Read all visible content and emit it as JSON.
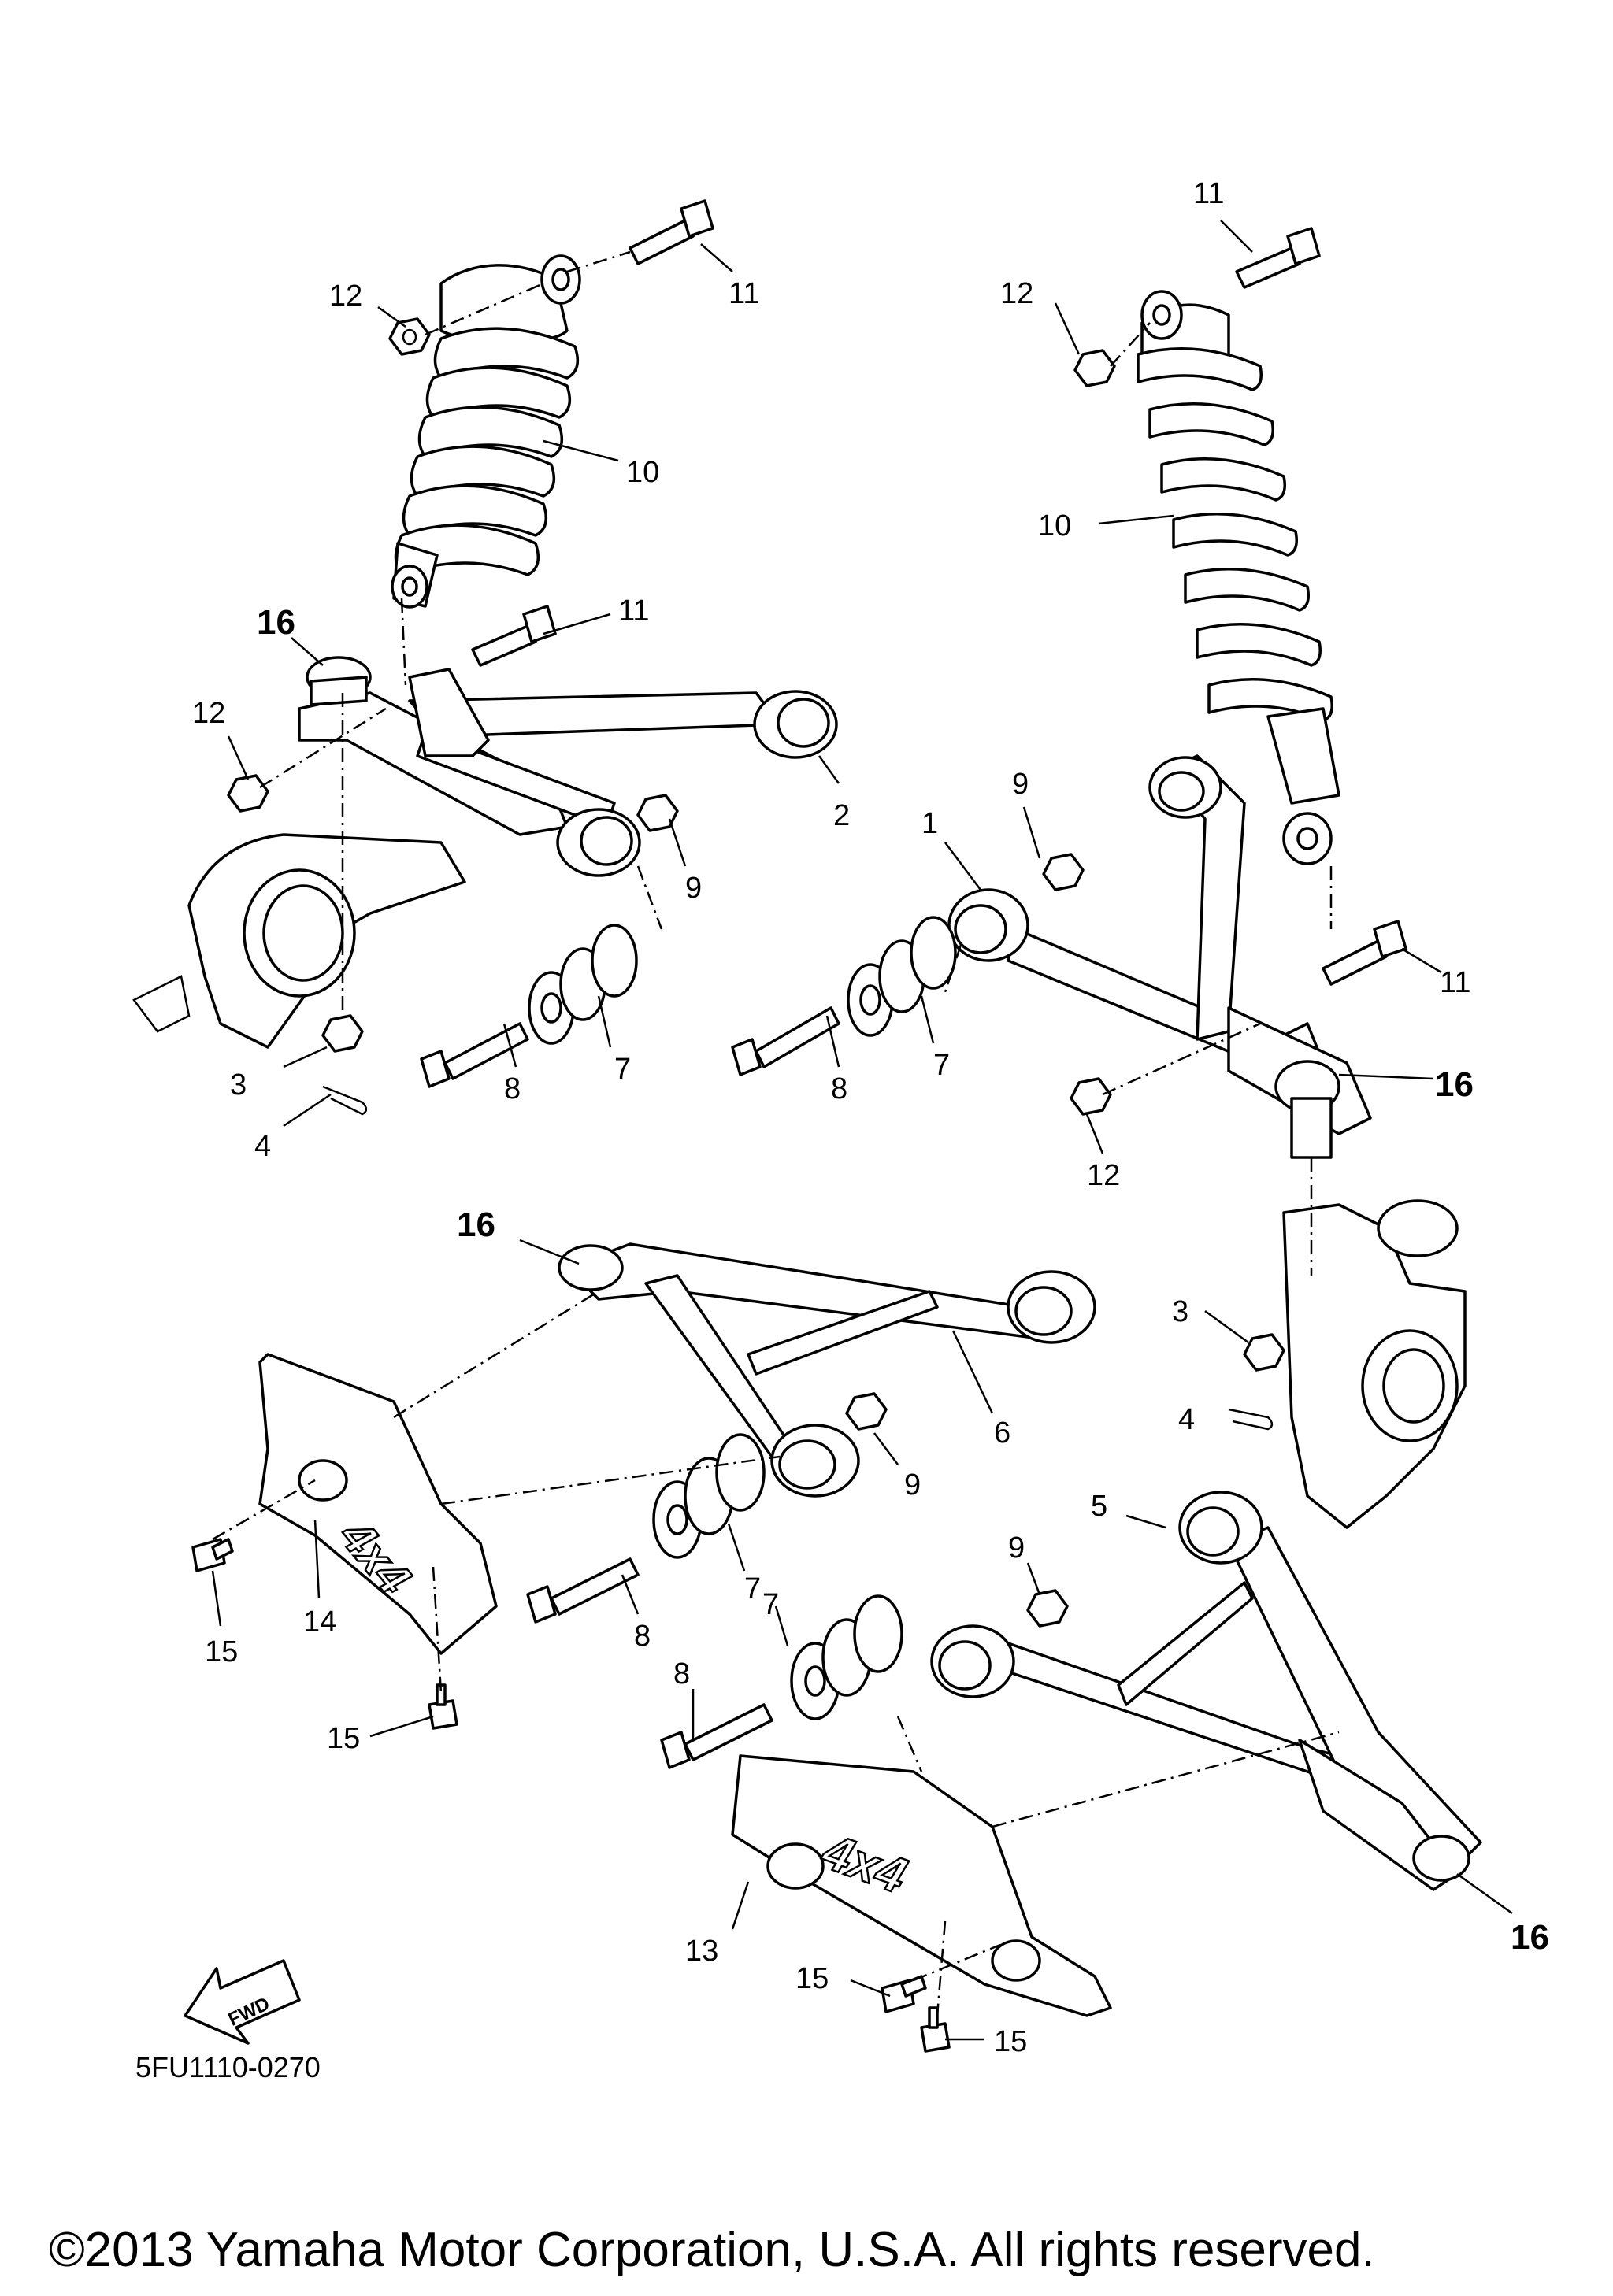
{
  "diagram": {
    "code": "5FU1110-0270",
    "copyright": "©2013 Yamaha Motor Corporation, U.S.A. All rights reserved.",
    "fwd_label": "FWD",
    "logo_text": "4x4",
    "callouts": {
      "c11_left": "11",
      "c12_left_top": "12",
      "c10_left": "10",
      "c16_left_top": "16",
      "c11_left_mid": "11",
      "c12_left_mid": "12",
      "c2": "2",
      "c9_left": "9",
      "c3_left": "3",
      "c4_left": "4",
      "c8_left": "8",
      "c7_left": "7",
      "c11_right_top": "11",
      "c12_right_top": "12",
      "c10_right": "10",
      "c9_right": "9",
      "c1": "1",
      "c11_right_mid": "11",
      "c7_right": "7",
      "c8_right": "8",
      "c16_right_mid": "16",
      "c12_right_mid": "12",
      "c16_lower_left": "16",
      "c3_right": "3",
      "c6": "6",
      "c4_right": "4",
      "c9_lower_left": "9",
      "c15_a": "15",
      "c14": "14",
      "c7_lower_a": "7",
      "c8_lower_a": "8",
      "c7_lower_b": "7",
      "c5": "5",
      "c9_lower_right": "9",
      "c15_b": "15",
      "c8_lower_b": "8",
      "c16_lower_right": "16",
      "c13": "13",
      "c15_c": "15",
      "c15_d": "15"
    }
  }
}
